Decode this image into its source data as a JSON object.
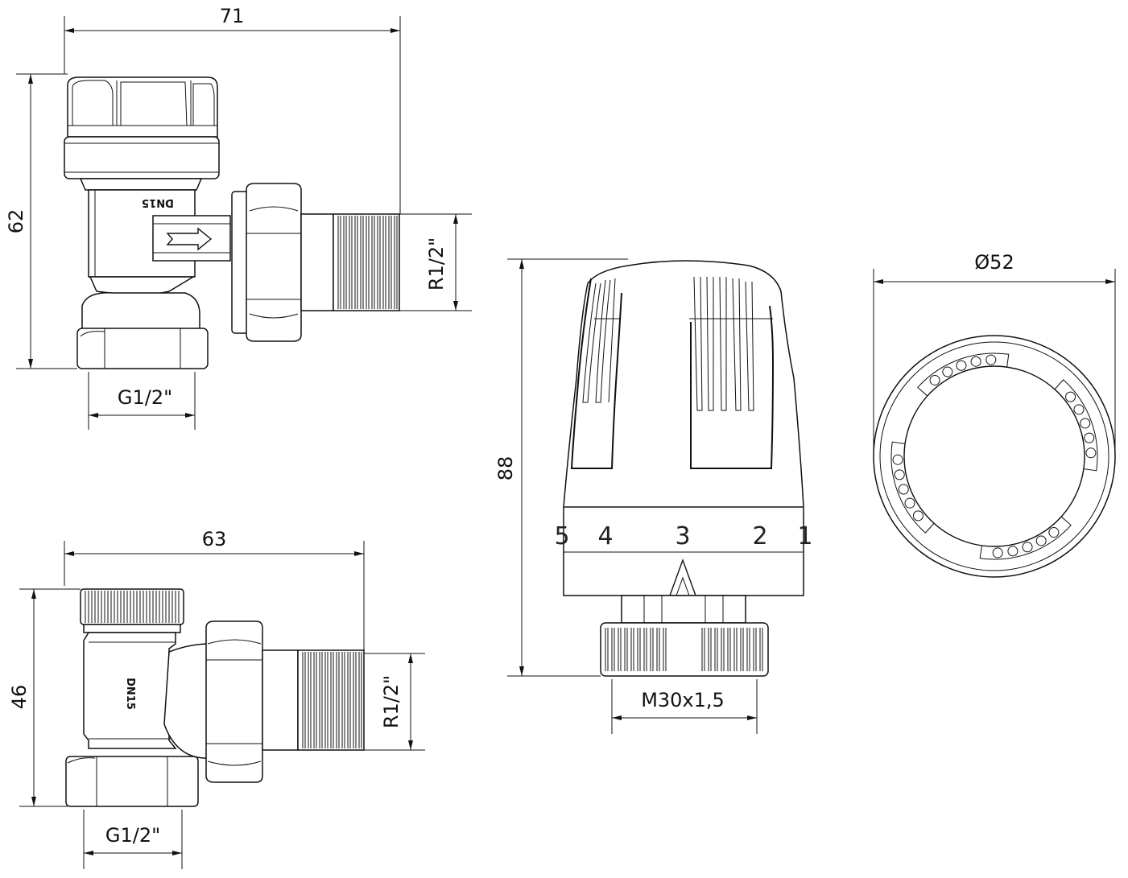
{
  "dimensions": {
    "valve1_width": "71",
    "valve1_height": "62",
    "valve1_inlet_thread": "G1/2\"",
    "valve1_outlet_thread": "R1/2\"",
    "valve2_width": "63",
    "valve2_height": "46",
    "valve2_inlet_thread": "G1/2\"",
    "valve2_outlet_thread": "R1/2\"",
    "head_height": "88",
    "head_thread": "M30x1,5",
    "head_diameter": "Ø52"
  },
  "markings": {
    "valve1_size": "DN15",
    "valve2_size": "DN15"
  },
  "head_scale": {
    "left_partial": "5",
    "values": [
      "4",
      "3",
      "2"
    ],
    "right_partial": "1"
  }
}
